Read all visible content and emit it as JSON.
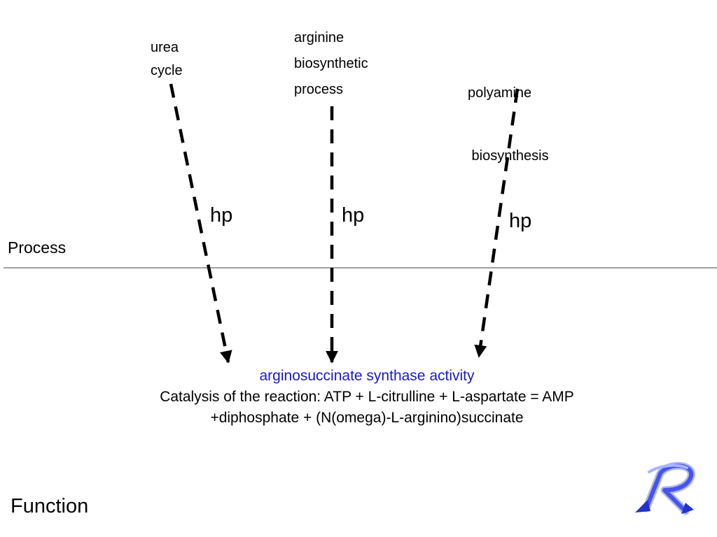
{
  "process_terms": [
    {
      "lines": [
        "urea",
        "cycle"
      ]
    },
    {
      "lines": [
        "arginine",
        "biosynthetic",
        "process"
      ]
    },
    {
      "lines": [
        "polyamine",
        " biosynthesis"
      ]
    }
  ],
  "edge_label": "hp",
  "process_label": "Process",
  "function_label": "Function",
  "function": {
    "name": "arginosuccinate synthase activity",
    "description_lines": [
      "Catalysis of the reaction: ATP + L-citrulline + L-aspartate = AMP",
      "+diphosphate + (N(omega)-L-arginino)succinate"
    ]
  },
  "colors": {
    "function_name": "#1a1ac8",
    "logo": "#2233cc",
    "separator": "#808080"
  },
  "logo": {
    "icon": "r-logo-icon"
  }
}
